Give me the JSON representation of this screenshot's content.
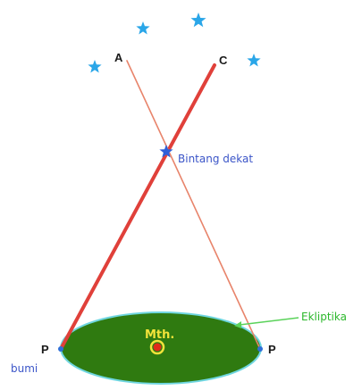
{
  "labels": {
    "point_a": "A",
    "point_c": "C",
    "point_p_left": "P",
    "point_p_right": "P",
    "near_star": "Bintang dekat",
    "ecliptic": "Ekliptika",
    "sun": "Mth.",
    "earth": "bumi"
  },
  "colors": {
    "thin_line": "#e8846b",
    "thick_line": "#e0403a",
    "ellipse_fill": "#2f7a10",
    "ellipse_stroke": "#6fd6e0",
    "star": "#2aa6e8",
    "near_star": "#2f5fd8",
    "near_star_text": "#3b55c8",
    "ecliptic_text": "#2db82d",
    "ecliptic_pointer": "#5ad25a",
    "sun_text": "#f2e33a",
    "sun_core": "#e02a1a",
    "sun_ring": "#f2e33a",
    "earth_dot": "#2f6fd8",
    "earth_text": "#3b55c8"
  },
  "icons": {
    "background_star": "star-icon",
    "near_star": "near-star-icon",
    "sun": "sun-icon",
    "earth": "earth-dot-icon"
  }
}
